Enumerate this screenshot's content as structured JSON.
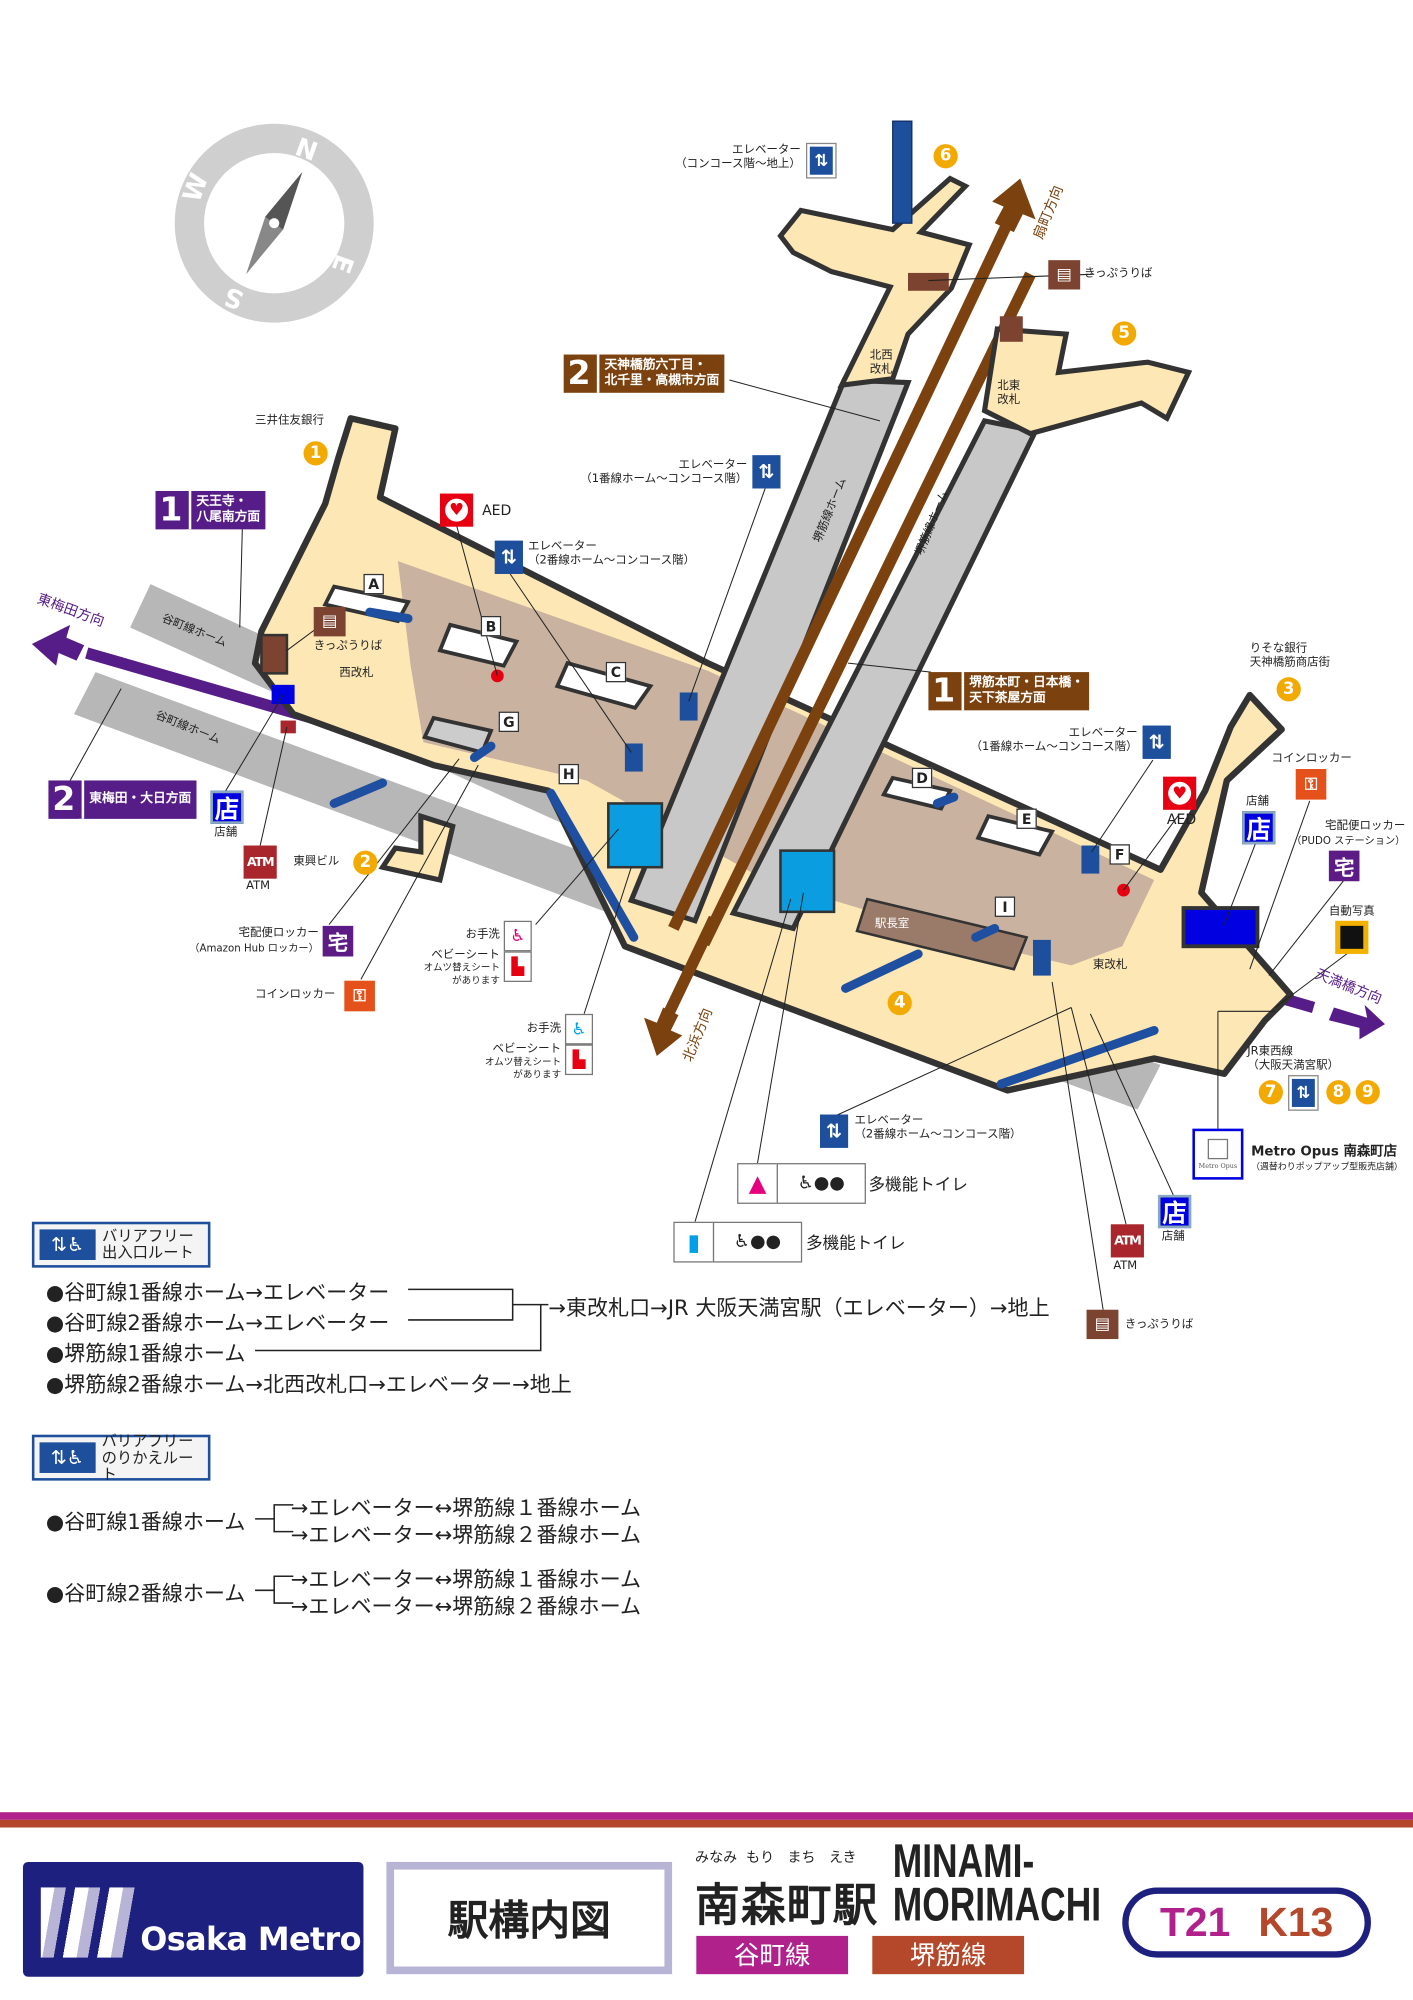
{
  "compass": {
    "n": "N",
    "e": "E",
    "s": "S",
    "w": "W"
  },
  "map": {
    "directions": {
      "ogimachi": "扇町方向",
      "kitahama": "北浜方向",
      "higashiumeda": "東梅田方向",
      "temmabashi": "天満橋方向"
    },
    "gates": {
      "northwest": [
        "北西",
        "改札"
      ],
      "northeast": [
        "北東",
        "改札"
      ],
      "west": "西改札",
      "east": "東改札",
      "stationmaster": "駅長室"
    },
    "platforms": {
      "tanimachi": "谷町線ホーム",
      "sakaisuji": "堺筋線ホーム"
    },
    "letters": [
      "A",
      "B",
      "C",
      "D",
      "E",
      "F",
      "G",
      "H",
      "I"
    ],
    "exits": [
      {
        "num": "1",
        "landmark": "三井住友銀行"
      },
      {
        "num": "2",
        "landmark": "東興ビル"
      },
      {
        "num": "3",
        "landmark": [
          "りそな銀行",
          "天神橋筋商店街"
        ]
      },
      {
        "num": "4"
      },
      {
        "num": "5"
      },
      {
        "num": "6"
      },
      {
        "num": "7",
        "landmark": [
          "JR東西線",
          "（大阪天満宮駅）"
        ]
      },
      {
        "num": "8"
      },
      {
        "num": "9"
      }
    ],
    "badges": {
      "tani1": {
        "num": "1",
        "line1": "天王寺・",
        "line2": "八尾南方面"
      },
      "tani2": {
        "num": "2",
        "line1": "東梅田・大日方面"
      },
      "sakai1": {
        "num": "1",
        "line1": "堺筋本町・日本橋・",
        "line2": "天下茶屋方面"
      },
      "sakai2": {
        "num": "2",
        "line1": "天神橋筋六丁目・",
        "line2": "北千里・高槻市方面"
      }
    },
    "facilities": {
      "elevator_label": "エレベーター",
      "elev_ground": "（コンコース階〜地上）",
      "elev_sakai1": "（1番線ホーム〜コンコース階）",
      "elev_tani2": "（2番線ホーム〜コンコース階）",
      "elev_tani1": "（1番線ホーム〜コンコース階）",
      "elev_sakai2": "（2番線ホーム〜コンコース階）",
      "aed": "AED",
      "ticket": "きっぷうりば",
      "shop": "店舗",
      "shop_icon": "店",
      "atm": "ATM",
      "delivery_locker": "宅配便ロッカー",
      "delivery_icon": "宅",
      "amazon": "（Amazon Hub ロッカー）",
      "pudo": "（PUDO ステーション）",
      "coin_locker": "コインロッカー",
      "photo": "自動写真",
      "toilet": "お手洗",
      "baby_seat": "ベビーシート",
      "diaper": "オムツ替えシート",
      "available": "があります",
      "multi_toilet": "多機能トイレ",
      "opus_name": "Metro Opus 南森町店",
      "opus_sub": "（週替わりポップアップ型販売店舗）",
      "opus_logo": "Metro Opus"
    }
  },
  "barrier_free": {
    "entrance_title": [
      "バリアフリー",
      "出入口ルート"
    ],
    "entrance_routes": [
      "●谷町線1番線ホーム→エレベーター",
      "●谷町線2番線ホーム→エレベーター",
      "●堺筋線1番線ホーム",
      "●堺筋線2番線ホーム→北西改札口→エレベーター→地上"
    ],
    "entrance_dest": "東改札口→JR 大阪天満宮駅（エレベーター）→地上",
    "transfer_title": [
      "バリアフリー",
      "のりかえルート"
    ],
    "transfer_routes": [
      {
        "from": "●谷町線1番線ホーム",
        "to": [
          "エレベーター↔堺筋線１番線ホーム",
          "エレベーター↔堺筋線２番線ホーム"
        ]
      },
      {
        "from": "●谷町線2番線ホーム",
        "to": [
          "エレベーター↔堺筋線１番線ホーム",
          "エレベーター↔堺筋線２番線ホーム"
        ]
      }
    ]
  },
  "footer": {
    "brand": "Osaka Metro",
    "title": "駅構内図",
    "kana": [
      "みなみ",
      "もり",
      "まち",
      "えき"
    ],
    "station_jp": "南森町駅",
    "station_en": [
      "MINAMI-",
      "MORIMACHI"
    ],
    "lines": [
      "谷町線",
      "堺筋線"
    ],
    "codes": [
      "T21",
      "K13"
    ],
    "colors": {
      "tanimachi": "#b0218b",
      "sakaisuji": "#b5482a",
      "navy": "#1e2080"
    }
  }
}
